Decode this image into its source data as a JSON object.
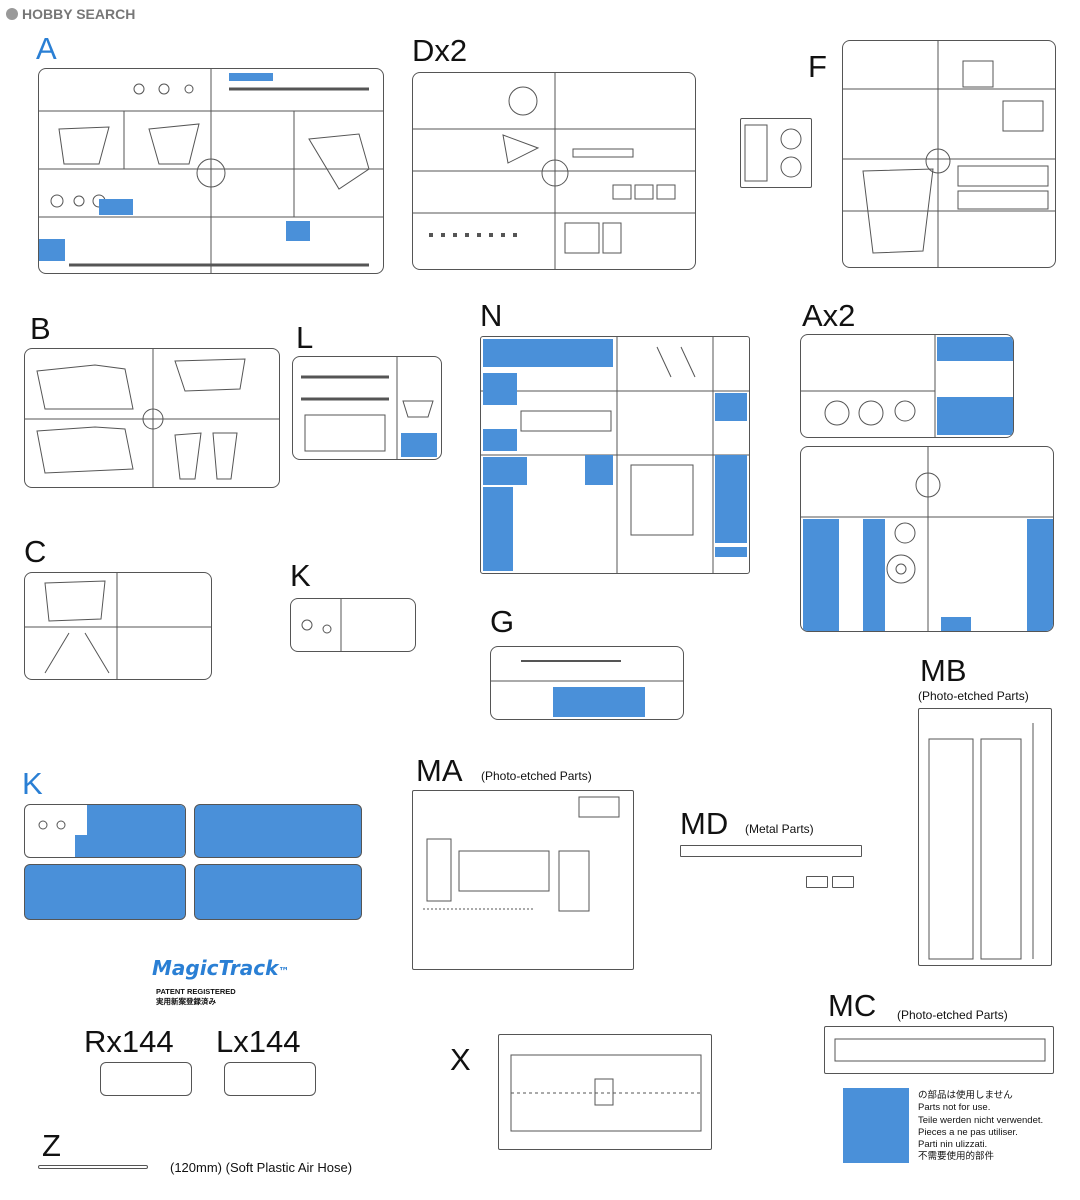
{
  "watermark": "HOBBY SEARCH",
  "sprues": [
    {
      "key": "A",
      "label": "A",
      "blue": true
    },
    {
      "key": "Dx2",
      "label": "Dx2",
      "blue": false
    },
    {
      "key": "F",
      "label": "F",
      "blue": false
    },
    {
      "key": "B",
      "label": "B",
      "blue": false
    },
    {
      "key": "L",
      "label": "L",
      "blue": false
    },
    {
      "key": "N",
      "label": "N",
      "blue": false
    },
    {
      "key": "Ax2",
      "label": "Ax2",
      "blue": false
    },
    {
      "key": "C",
      "label": "C",
      "blue": false
    },
    {
      "key": "K",
      "label": "K",
      "blue": false
    },
    {
      "key": "G",
      "label": "G",
      "blue": false
    },
    {
      "key": "MB",
      "label": "MB",
      "blue": false,
      "sub": "(Photo-etched Parts)"
    },
    {
      "key": "K2",
      "label": "K",
      "blue": true
    },
    {
      "key": "MA",
      "label": "MA",
      "blue": false,
      "sub": "(Photo-etched Parts)"
    },
    {
      "key": "MD",
      "label": "MD",
      "blue": false,
      "sub": "(Metal Parts)"
    },
    {
      "key": "MC",
      "label": "MC",
      "blue": false,
      "sub": "(Photo-etched Parts)"
    },
    {
      "key": "R",
      "label": "Rx144",
      "blue": false
    },
    {
      "key": "L2",
      "label": "Lx144",
      "blue": false
    },
    {
      "key": "X",
      "label": "X",
      "blue": false
    },
    {
      "key": "Z",
      "label": "Z",
      "blue": false,
      "sub": "(120mm) (Soft Plastic Air Hose)"
    }
  ],
  "magic_track": {
    "logo": "Magic",
    "logo2": "Track",
    "tm": "™",
    "patent": "PATENT REGISTERED",
    "patent_jp": "実用新案登録済み"
  },
  "legend": {
    "color": "#4a90d9",
    "lines": [
      "の部品は使用しません",
      "Parts not for use.",
      "Teile werden nicht verwendet.",
      "Pieces a ne pas utiliser.",
      "Parti nin ulizzati.",
      "不需要使用的部件"
    ]
  },
  "highlight_color": "#4a90d9",
  "frame_stroke": "#555555"
}
